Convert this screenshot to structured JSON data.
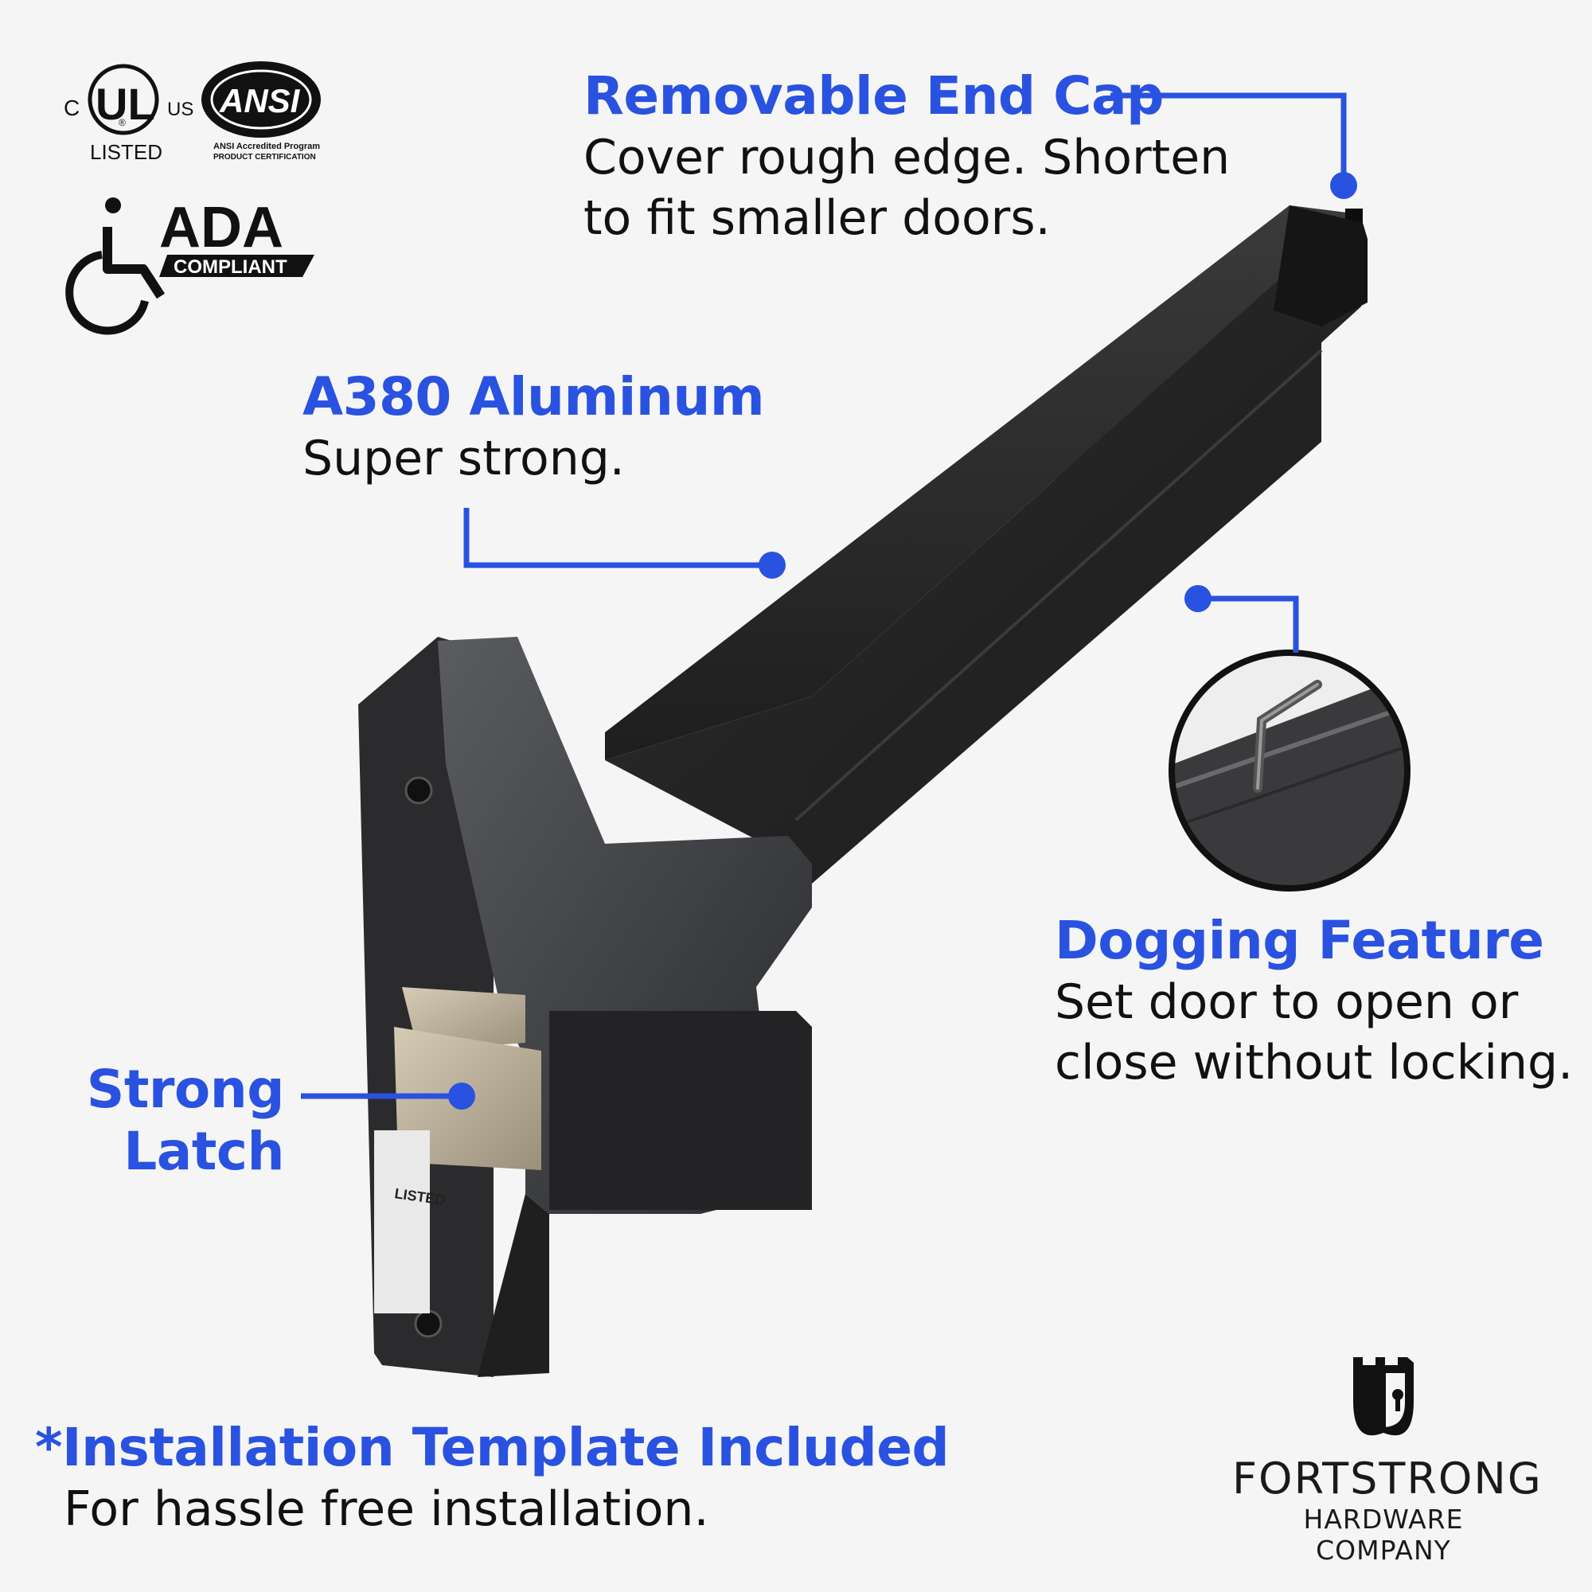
{
  "certifications": {
    "ul": {
      "c": "C",
      "mark": "UL",
      "us": "US",
      "listed": "LISTED",
      "registered": "®"
    },
    "ansi": {
      "mark": "ANSI",
      "line1": "ANSI Accredited Program",
      "line2": "PRODUCT CERTIFICATION"
    },
    "ada": {
      "mark": "ADA",
      "compliant": "COMPLIANT"
    }
  },
  "features": {
    "end_cap": {
      "title": "Removable End Cap",
      "line1": "Cover rough edge. Shorten",
      "line2": "to fit smaller doors."
    },
    "aluminum": {
      "title": "A380 Aluminum",
      "line1": "Super strong."
    },
    "dogging": {
      "title": "Dogging Feature",
      "line1": "Set door to open or",
      "line2": "close without locking."
    },
    "latch": {
      "title_line1": "Strong",
      "title_line2": "Latch"
    }
  },
  "install_note": {
    "title": "*Installation Template Included",
    "body": "For hassle free installation."
  },
  "product_label": {
    "listed": "LISTED"
  },
  "brand": {
    "name": "FORTSTRONG",
    "sub": "HARDWARE COMPANY"
  },
  "colors": {
    "accent": "#2a52e0",
    "bar": "#222222",
    "latch": "#b6ab96",
    "background": "#f5f5f5"
  }
}
